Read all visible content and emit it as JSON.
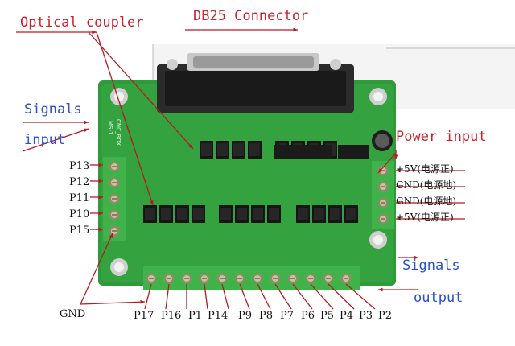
{
  "callouts": {
    "optical_coupler": "Optical coupler",
    "db25_connector": "DB25 Connector",
    "signals_input_1": "Signals",
    "signals_input_2": "input",
    "power_input": "Power input",
    "signals_output_1": "Signals",
    "signals_output_2": "output"
  },
  "left_pins": [
    "P13",
    "P12",
    "P11",
    "P10",
    "P15"
  ],
  "gnd_label": "GND",
  "bottom_pins": [
    "P17",
    "P16",
    "P1",
    "P14",
    "P9",
    "P8",
    "P7",
    "P6",
    "P5",
    "P4",
    "P3",
    "P2"
  ],
  "power_pins": [
    "+5V(电源正)",
    "GND(电源地)",
    "GND(电源地)",
    "+5V(电源正)"
  ],
  "silkscreen": {
    "brand": "CNC_BOX",
    "model": "MS-1"
  },
  "colors": {
    "pcb_green": "#2f9a3a",
    "terminal_green": "#3fb24a",
    "callout_red": "#d0202a",
    "callout_blue": "#2a4fd0"
  }
}
